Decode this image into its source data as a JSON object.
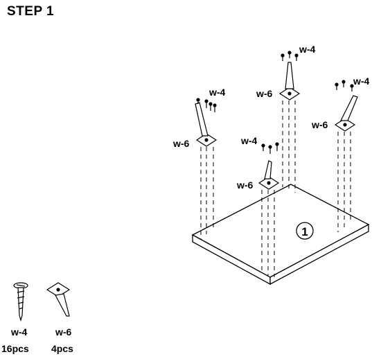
{
  "step_title": "STEP 1",
  "panel_number": "1",
  "callouts": {
    "screw_code": "w-4",
    "leg_code": "w-6"
  },
  "parts": [
    {
      "code": "w-4",
      "quantity": "16pcs",
      "icon": "screw-icon"
    },
    {
      "code": "w-6",
      "quantity": "4pcs",
      "icon": "leg-icon"
    }
  ],
  "colors": {
    "line": "#000000",
    "background": "#ffffff"
  }
}
